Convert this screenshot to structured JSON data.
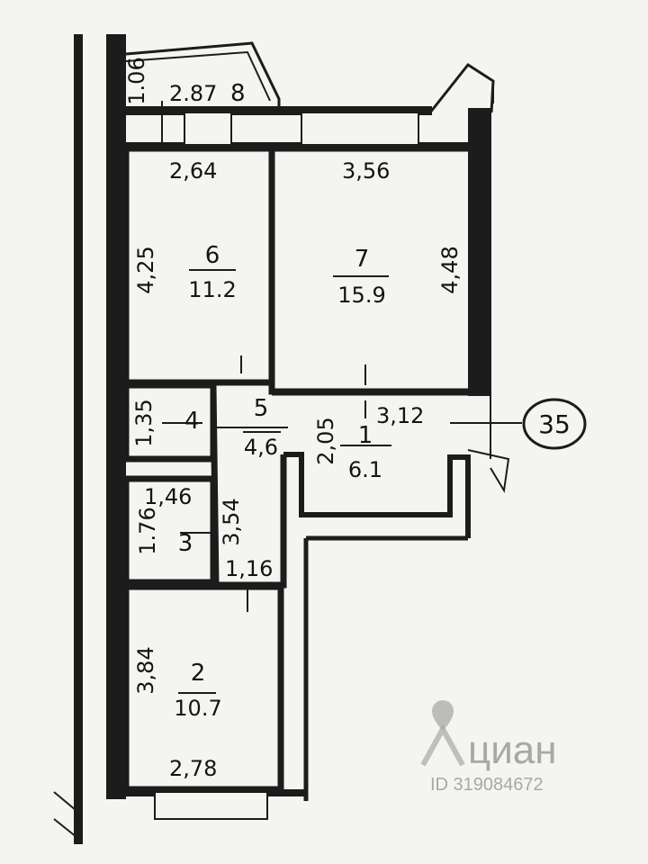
{
  "rooms": [
    {
      "number": "1",
      "area": "6.1",
      "width": "3,12",
      "height": "2,05"
    },
    {
      "number": "2",
      "area": "10.7",
      "width": "2,78",
      "height": "3,84"
    },
    {
      "number": "3",
      "width": "1,46",
      "height": "1.76"
    },
    {
      "number": "4",
      "height": "1,35"
    },
    {
      "number": "5",
      "area": "4,6",
      "width": "1,16",
      "height": "3,54"
    },
    {
      "number": "6",
      "area": "11.2",
      "width": "2,64",
      "height": "4,25"
    },
    {
      "number": "7",
      "area": "15.9",
      "width": "3,56",
      "height": "4,48"
    },
    {
      "number": "8",
      "width": "2.87",
      "height": "1.06"
    }
  ],
  "apartment_number": "35",
  "watermark": {
    "brand": "циан",
    "id": "ID 319084672"
  },
  "colors": {
    "background": "#f4f4f1",
    "ink": "#1c1c1c",
    "watermark": "#a8a8a8"
  }
}
